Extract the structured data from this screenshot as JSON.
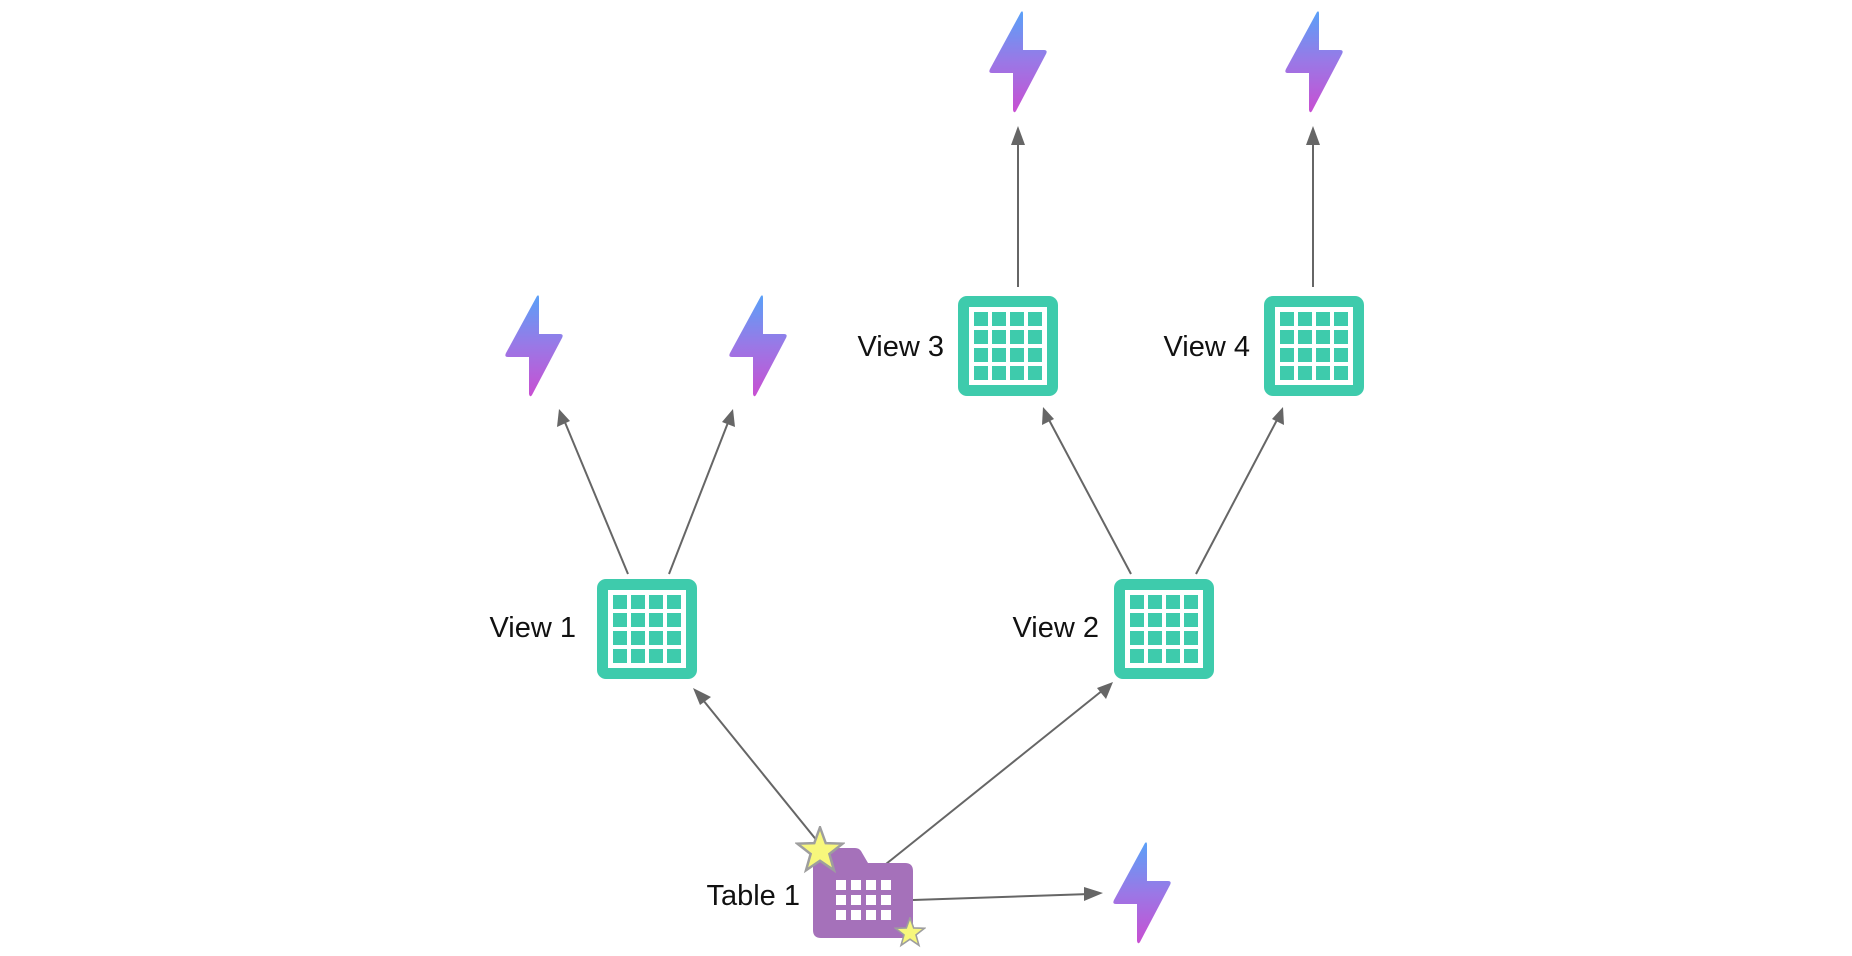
{
  "diagram": {
    "title": "",
    "colors": {
      "view_icon": "#3ecbac",
      "table_icon": "#a571ba",
      "edge": "#666666",
      "star_fill": "#f7f77c",
      "star_stroke": "#9e9e9e",
      "bolt_top": "#5aa0f8",
      "bolt_mid": "#9a78e6",
      "bolt_bottom": "#c84fd2",
      "label_text": "#111111"
    },
    "nodes": [
      {
        "id": "table1",
        "type": "table",
        "label": "Table 1",
        "icon": "folder-table-icon",
        "badges": [
          "star-icon",
          "star-icon"
        ]
      },
      {
        "id": "view1",
        "type": "view",
        "label": "View 1",
        "icon": "grid-table-icon"
      },
      {
        "id": "view2",
        "type": "view",
        "label": "View 2",
        "icon": "grid-table-icon"
      },
      {
        "id": "view3",
        "type": "view",
        "label": "View 3",
        "icon": "grid-table-icon"
      },
      {
        "id": "view4",
        "type": "view",
        "label": "View 4",
        "icon": "grid-table-icon"
      },
      {
        "id": "bolt_v1_a",
        "type": "function",
        "label": "",
        "icon": "lightning-bolt-icon"
      },
      {
        "id": "bolt_v1_b",
        "type": "function",
        "label": "",
        "icon": "lightning-bolt-icon"
      },
      {
        "id": "bolt_v3",
        "type": "function",
        "label": "",
        "icon": "lightning-bolt-icon"
      },
      {
        "id": "bolt_v4",
        "type": "function",
        "label": "",
        "icon": "lightning-bolt-icon"
      },
      {
        "id": "bolt_t1",
        "type": "function",
        "label": "",
        "icon": "lightning-bolt-icon"
      }
    ],
    "edges": [
      {
        "from": "table1",
        "to": "view1"
      },
      {
        "from": "table1",
        "to": "view2"
      },
      {
        "from": "table1",
        "to": "bolt_t1"
      },
      {
        "from": "view1",
        "to": "bolt_v1_a"
      },
      {
        "from": "view1",
        "to": "bolt_v1_b"
      },
      {
        "from": "view2",
        "to": "view3"
      },
      {
        "from": "view2",
        "to": "view4"
      },
      {
        "from": "view3",
        "to": "bolt_v3"
      },
      {
        "from": "view4",
        "to": "bolt_v4"
      }
    ]
  }
}
